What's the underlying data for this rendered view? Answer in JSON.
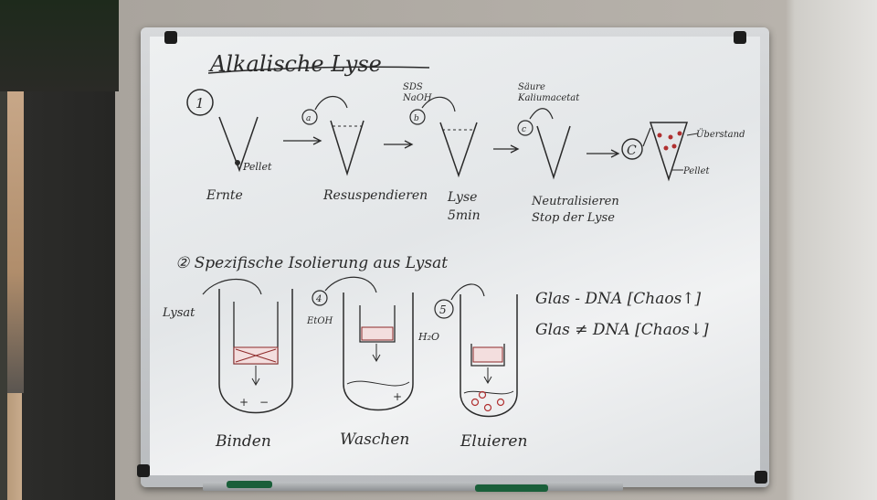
{
  "title": "Alkalische Lyse",
  "step1": {
    "number": "1",
    "tube_labels": [
      "Ernte",
      "Resuspendieren",
      "Lyse",
      "5min",
      "Neutralisieren",
      "Stop der Lyse"
    ],
    "pellet": "Pellet",
    "sds_naoh": [
      "SDS",
      "NaOH"
    ],
    "saure": [
      "Säure",
      "Kaliumacetat"
    ],
    "circles": [
      "a",
      "b",
      "c"
    ],
    "centrifuge": "C",
    "ueberstand": "Überstand",
    "pellet2": "Pellet"
  },
  "step2": {
    "heading": "② Spezifische Isolierung aus Lysat",
    "lysat": "Lysat",
    "etoh": "EtOH",
    "h2o": "H₂O",
    "num4": "4",
    "num5": "5",
    "labels": [
      "Binden",
      "Waschen",
      "Eluieren"
    ],
    "note1": "Glas - DNA [Chaos↑]",
    "note2": "Glas ≠ DNA [Chaos↓]"
  },
  "colors": {
    "ink": "#2a2a2a",
    "red_ink": "#8e2a2a",
    "frame": "#c8cacc",
    "board": "#e9ebec"
  }
}
